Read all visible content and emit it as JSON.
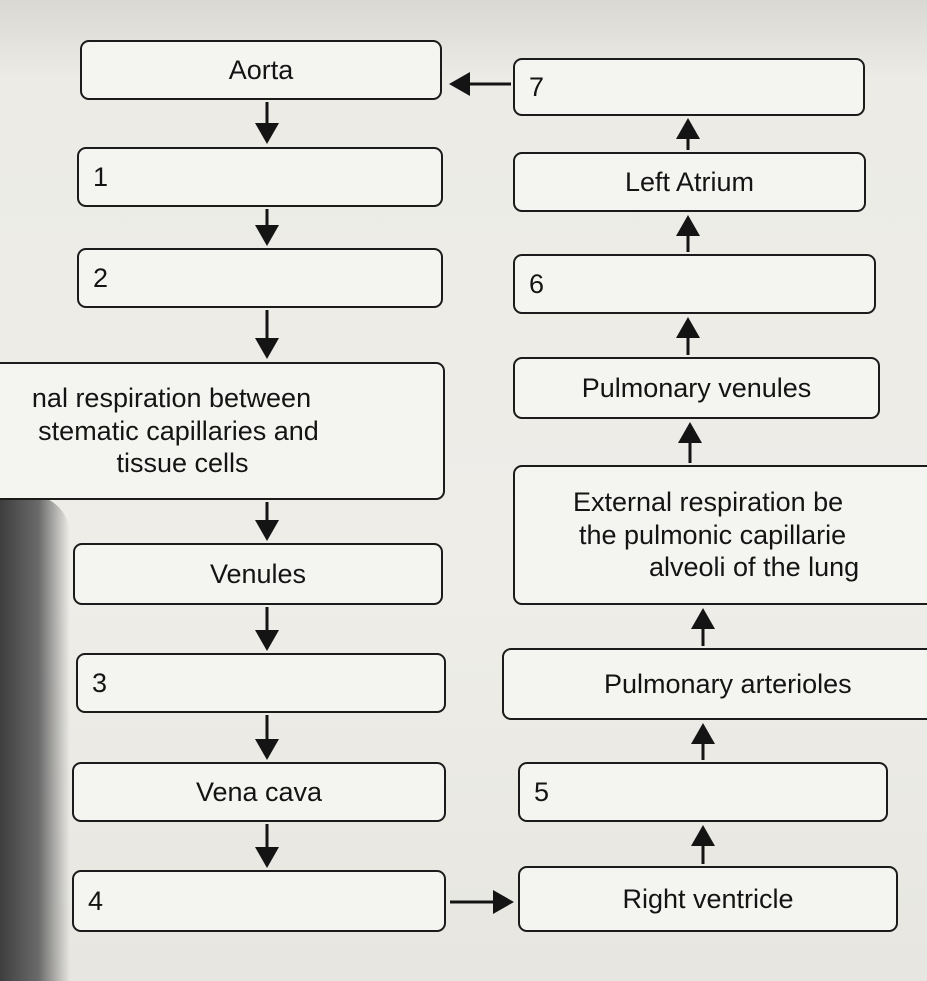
{
  "diagram": {
    "left_column": [
      {
        "id": "aorta",
        "label": "Aorta"
      },
      {
        "id": "blank-1",
        "label": "1"
      },
      {
        "id": "blank-2",
        "label": "2"
      },
      {
        "id": "internal-respiration",
        "lines": [
          "nal respiration between",
          "stematic capillaries and",
          "tissue cells"
        ]
      },
      {
        "id": "venules",
        "label": "Venules"
      },
      {
        "id": "blank-3",
        "label": "3"
      },
      {
        "id": "vena-cava",
        "label": "Vena cava"
      },
      {
        "id": "blank-4",
        "label": "4"
      }
    ],
    "right_column": [
      {
        "id": "blank-7",
        "label": "7"
      },
      {
        "id": "left-atrium",
        "label": "Left Atrium"
      },
      {
        "id": "blank-6",
        "label": "6"
      },
      {
        "id": "pulmonary-venules",
        "label": "Pulmonary venules"
      },
      {
        "id": "external-respiration",
        "lines": [
          "External respiration be",
          "the pulmonic capillarie",
          "alveoli of the lung"
        ]
      },
      {
        "id": "pulmonary-arterioles",
        "label": "Pulmonary arterioles"
      },
      {
        "id": "blank-5",
        "label": "5"
      },
      {
        "id": "right-ventricle",
        "label": "Right ventricle"
      }
    ]
  },
  "colors": {
    "box_border": "#1b1b1b",
    "box_fill": "#f4f4f1",
    "arrow": "#141414"
  }
}
